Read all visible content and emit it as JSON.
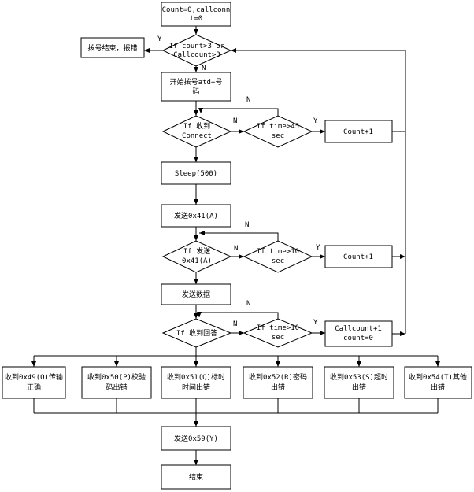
{
  "diagram": {
    "start": [
      "Count=0,callconn",
      "t=0"
    ],
    "check_limit": [
      "If count>3 or",
      "Callcount>3"
    ],
    "dial_end": "拨号结束，报错",
    "dial": [
      "开始拨号atd+号",
      "码"
    ],
    "recv_connect": [
      "If  收到",
      "Connect"
    ],
    "timeout1": [
      "If time>45",
      "sec"
    ],
    "count_inc1": "Count+1",
    "sleep": "Sleep(500)",
    "send_41": "发送0x41(A)",
    "sent_41": [
      "If  发送",
      "0x41(A)"
    ],
    "timeout2": [
      "If time>10",
      "sec"
    ],
    "count_inc2": "Count+1",
    "send_data": "发送数据",
    "recv_reply": "If  收到回答",
    "timeout3": [
      "If time>10",
      "sec"
    ],
    "callcount_inc": [
      "Callcount+1",
      "count=0"
    ],
    "results": [
      [
        "收到0x49(O)传输",
        "正确"
      ],
      [
        "收到0x50(P)校验",
        "码出错"
      ],
      [
        "收到0x51(Q)标时",
        "时间出错"
      ],
      [
        "收到0x52(R)密码",
        "出错"
      ],
      [
        "收到0x53(S)超时",
        "出错"
      ],
      [
        "收到0x54(T)其他",
        "出错"
      ]
    ],
    "send_59": "发送0x59(Y)",
    "end": "结束",
    "yes": "Y",
    "no": "N"
  }
}
